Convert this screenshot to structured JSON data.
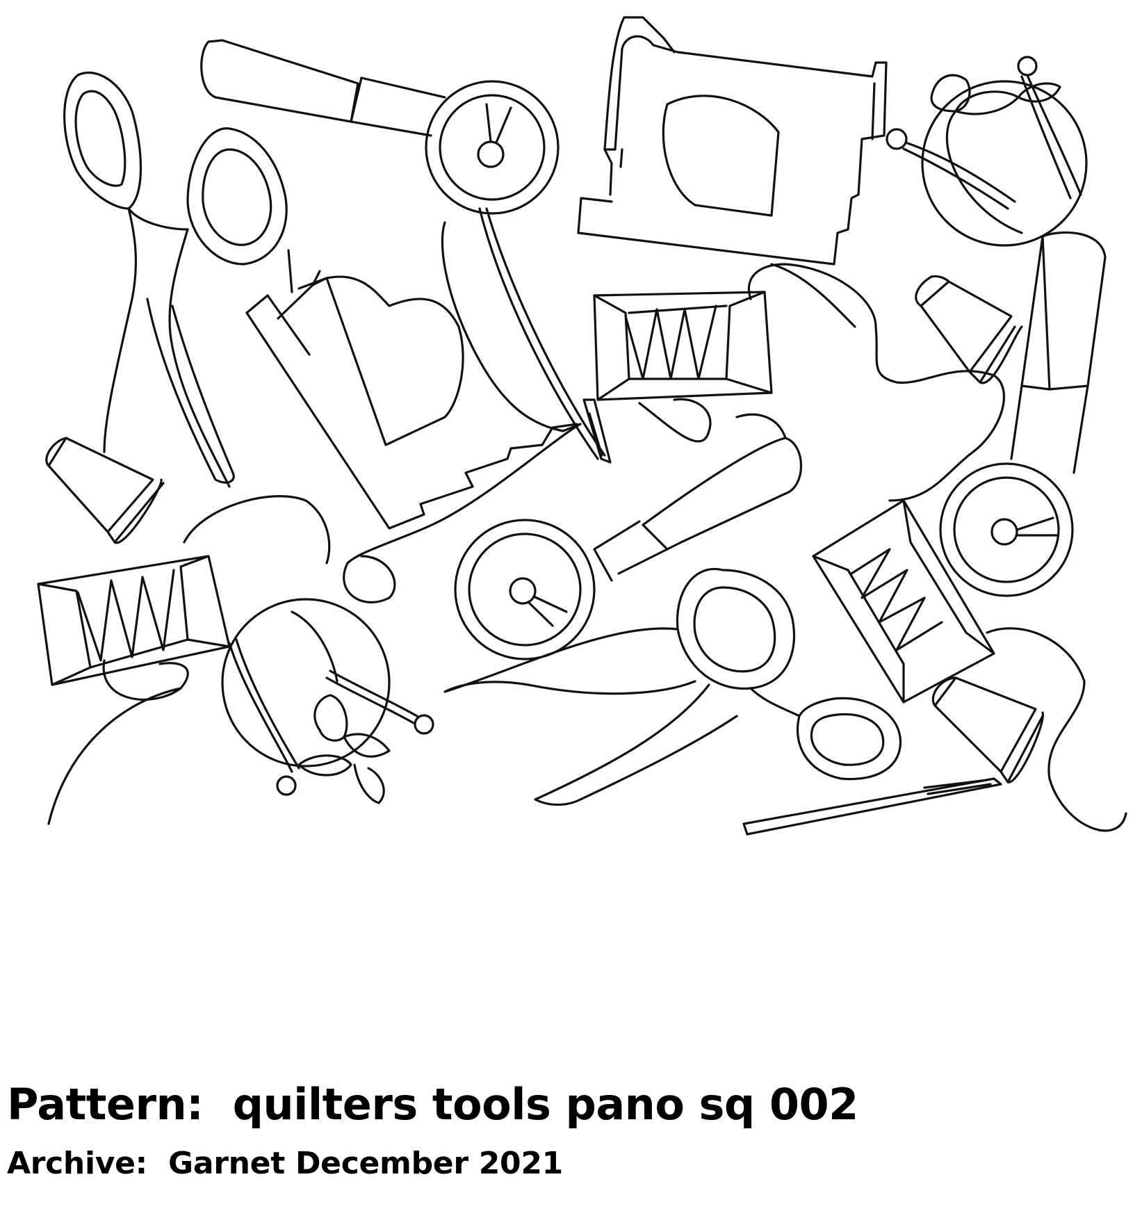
{
  "caption": {
    "pattern_label": "Pattern:",
    "pattern_name": "quilters tools pano sq 002",
    "archive_label": "Archive:",
    "archive_name": "Garnet December 2021"
  },
  "artwork": {
    "style": "continuous line quilting pattern",
    "line_color": "#111111",
    "background_color": "#ffffff",
    "motifs": [
      "scissors-icon",
      "scissors-icon",
      "rotary-cutter-icon",
      "rotary-cutter-icon",
      "rotary-cutter-icon",
      "sewing-machine-icon",
      "sewing-machine-icon",
      "pincushion-icon",
      "pincushion-icon",
      "thread-spool-icon",
      "thread-spool-icon",
      "thread-spool-icon",
      "thimble-icon",
      "thimble-icon",
      "thimble-icon",
      "needle-icon",
      "needle-icon"
    ]
  }
}
